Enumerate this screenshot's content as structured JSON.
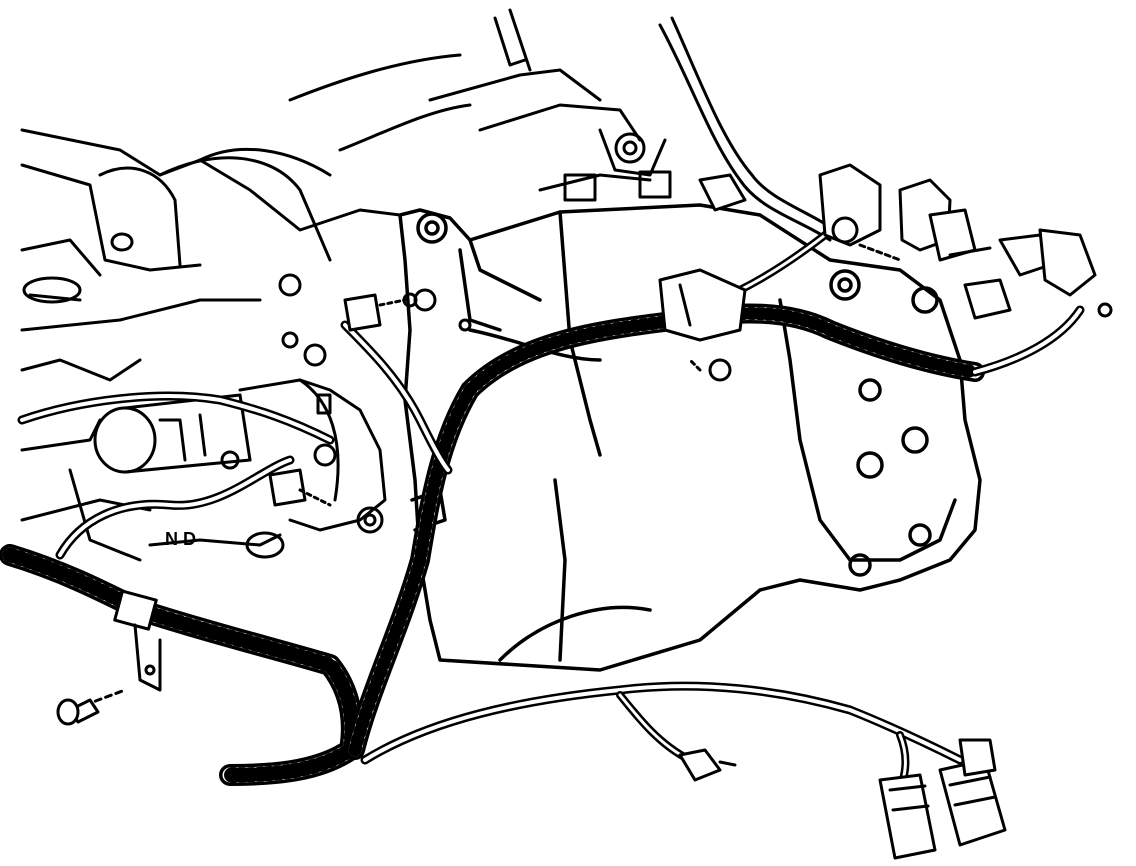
{
  "diagram": {
    "colors": {
      "ink": "#000000",
      "paper": "#ffffff"
    },
    "labels": {
      "starter_marking": "N D"
    },
    "parts": [
      "engine-block",
      "transmission-case",
      "wiring-harness",
      "starter-motor",
      "harness-clip",
      "mounting-bolt",
      "electrical-connectors"
    ]
  }
}
